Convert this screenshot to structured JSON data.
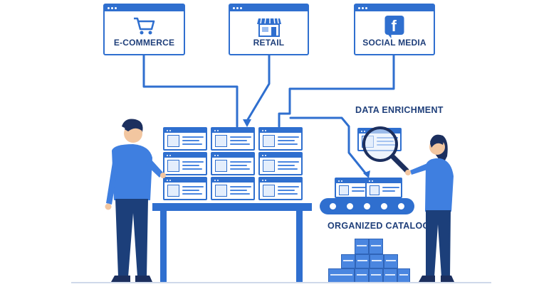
{
  "sources": [
    {
      "label": "E-COMMERCE",
      "icon": "shopping-cart-icon"
    },
    {
      "label": "RETAIL",
      "icon": "storefront-icon"
    },
    {
      "label": "SOCIAL MEDIA",
      "icon": "facebook-icon"
    }
  ],
  "facebook_glyph": "f",
  "headings": {
    "enrichment": "DATA ENRICHMENT",
    "catalog": "ORGANIZED CATALOG"
  },
  "colors": {
    "primary": "#2f6fcf",
    "dark": "#1f3f7a",
    "light": "#e4eefc",
    "skin": "#f2c6a0",
    "hair": "#1c2f5e"
  }
}
